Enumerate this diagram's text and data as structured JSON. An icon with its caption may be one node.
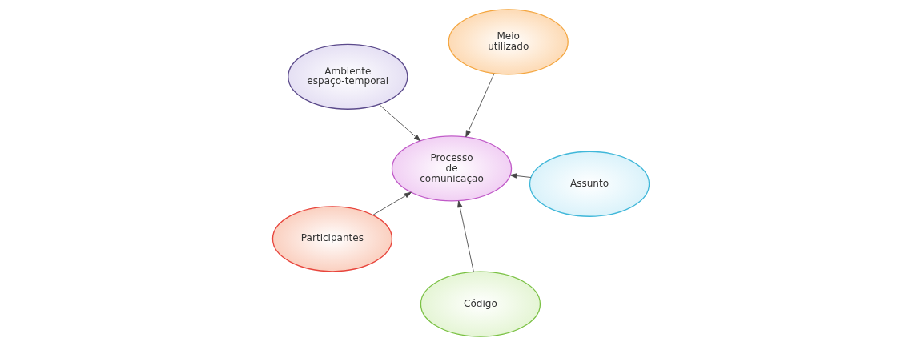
{
  "diagram": {
    "nodes": [
      {
        "text": [
          "Ambiente espaço-temporal"
        ]
      },
      {
        "text": [
          "Assunto"
        ]
      },
      {
        "text": [
          "Código"
        ]
      },
      {
        "text": [
          "Processo de comunicação"
        ]
      },
      {
        "text": [
          "Meio utilizado"
        ]
      },
      {
        "text": [
          "Participantes"
        ]
      }
    ],
    "edges": [
      {
        "from": 0,
        "to": 3,
        "arrow": "to"
      },
      {
        "from": 1,
        "to": 3,
        "arrow": "to"
      },
      {
        "from": 2,
        "to": 3,
        "arrow": "to"
      },
      {
        "from": 4,
        "to": 3,
        "arrow": "to"
      },
      {
        "from": 5,
        "to": 3,
        "arrow": "to"
      }
    ]
  }
}
